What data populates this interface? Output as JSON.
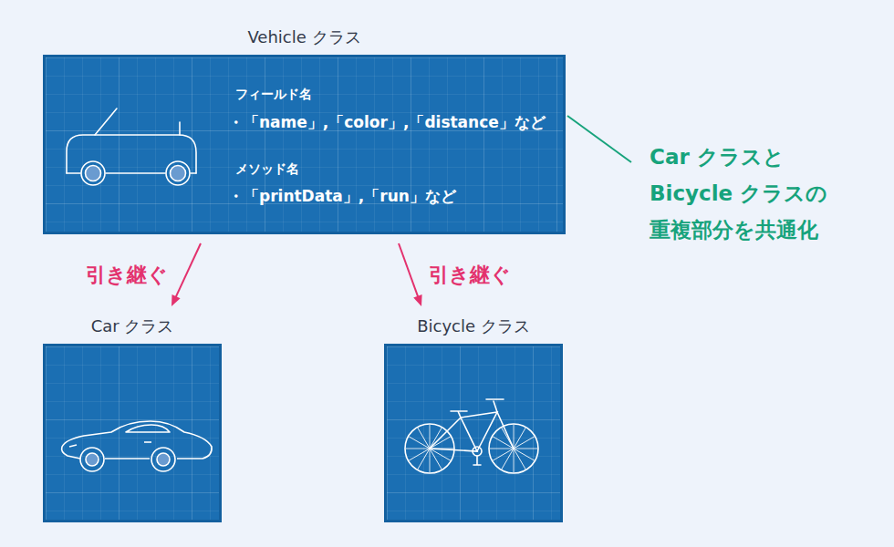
{
  "diagram": {
    "nodes": [
      {
        "text": [
          "Vehicle クラス",
          "フィールド名",
          "・「name」,「color」,「distance」など",
          "メソッド名",
          "・「printData」,「run」など"
        ]
      },
      {
        "text": [
          "Car クラス"
        ]
      },
      {
        "text": [
          "Bicycle クラス"
        ]
      }
    ],
    "edges": [
      {
        "from": 0,
        "to": 1,
        "arrow": "to",
        "label": "引き継ぐ"
      },
      {
        "from": 0,
        "to": 2,
        "arrow": "to",
        "label": "引き継ぐ"
      }
    ],
    "labels": [
      "Car クラスと Bicycle クラスの 重複部分を共通化"
    ]
  }
}
